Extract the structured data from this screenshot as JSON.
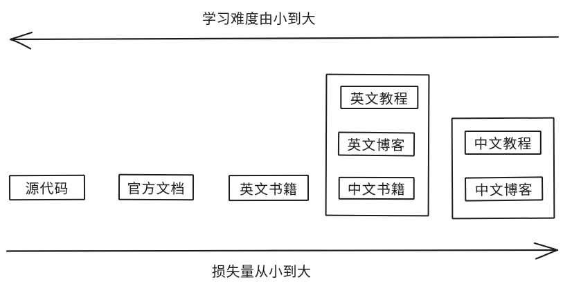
{
  "colors": {
    "stroke": "#1b1b1b",
    "background": "#ffffff"
  },
  "axes": {
    "top": {
      "label": "学习难度由小到大",
      "direction": "left"
    },
    "bottom": {
      "label": "损失量从小到大",
      "direction": "right"
    }
  },
  "standalone_boxes": [
    {
      "label": "源代码"
    },
    {
      "label": "官方文档"
    },
    {
      "label": "英文书籍"
    }
  ],
  "groups": [
    {
      "items": [
        "英文教程",
        "英文博客",
        "中文书籍"
      ]
    },
    {
      "items": [
        "中文教程",
        "中文博客"
      ]
    }
  ]
}
